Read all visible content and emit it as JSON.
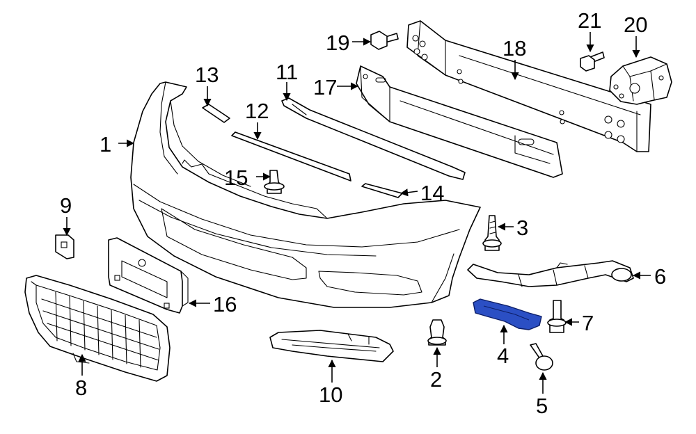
{
  "callouts": [
    {
      "id": "1",
      "label": "1"
    },
    {
      "id": "2",
      "label": "2"
    },
    {
      "id": "3",
      "label": "3"
    },
    {
      "id": "4",
      "label": "4"
    },
    {
      "id": "5",
      "label": "5"
    },
    {
      "id": "6",
      "label": "6"
    },
    {
      "id": "7",
      "label": "7"
    },
    {
      "id": "8",
      "label": "8"
    },
    {
      "id": "9",
      "label": "9"
    },
    {
      "id": "10",
      "label": "10"
    },
    {
      "id": "11",
      "label": "11"
    },
    {
      "id": "12",
      "label": "12"
    },
    {
      "id": "13",
      "label": "13"
    },
    {
      "id": "14",
      "label": "14"
    },
    {
      "id": "15",
      "label": "15"
    },
    {
      "id": "16",
      "label": "16"
    },
    {
      "id": "17",
      "label": "17"
    },
    {
      "id": "18",
      "label": "18"
    },
    {
      "id": "19",
      "label": "19"
    },
    {
      "id": "20",
      "label": "20"
    },
    {
      "id": "21",
      "label": "21"
    }
  ],
  "colors": {
    "highlight": "#2b4fc4",
    "line": "#000000",
    "background": "#ffffff"
  },
  "highlighted_part": "4"
}
